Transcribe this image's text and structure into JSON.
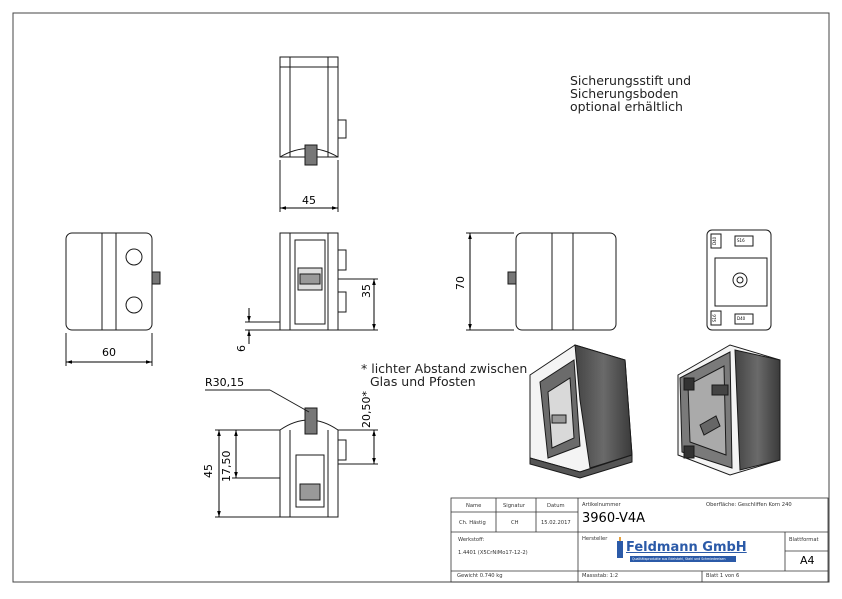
{
  "notes": {
    "security_lines": [
      "Sicherungsstift und",
      "Sicherungsboden",
      "optional erhältlich"
    ],
    "gap_lines": [
      "* lichter Abstand zwischen",
      "Glas und Pfosten"
    ]
  },
  "dimensions": {
    "top_width": "45",
    "front_width": "60",
    "height_35": "35",
    "offset_6": "6",
    "height_70": "70",
    "radius": "R30,15",
    "gap": "20,50*",
    "height_45": "45",
    "height_17_50": "17,50"
  },
  "view_labels": {
    "d40": "D40",
    "s16": "S16"
  },
  "title_block": {
    "h_name": "Name",
    "h_signatur": "Signatur",
    "h_datum": "Datum",
    "name": "Ch. Hästig",
    "signatur": "CH",
    "datum": "15.02.2017",
    "l_artikel": "Artikelnummer",
    "artikel": "3960-V4A",
    "oberflaeche": "Oberfläche: Geschliffen Korn 240",
    "l_werkstoff": "Werkstoff:",
    "werkstoff": "1.4401 (X5CrNiMo17-12-2)",
    "l_hersteller": "Hersteller",
    "logo": "Feldmann GmbH",
    "logo_tag": "Qualitätsprodukte aus Edelstahl, Stahl und Schmiedeeisen",
    "l_blattformat": "Blattformat",
    "blattformat": "A4",
    "gewicht": "Gewicht 0.740 kg",
    "massstab": "Massstab: 1:2",
    "blatt": "Blatt 1 von 6"
  },
  "colors": {
    "line": "#1a1a1a",
    "dark_metal": "#555555",
    "logo_blue": "#2b5aa8",
    "logo_orange": "#e8a13a"
  }
}
